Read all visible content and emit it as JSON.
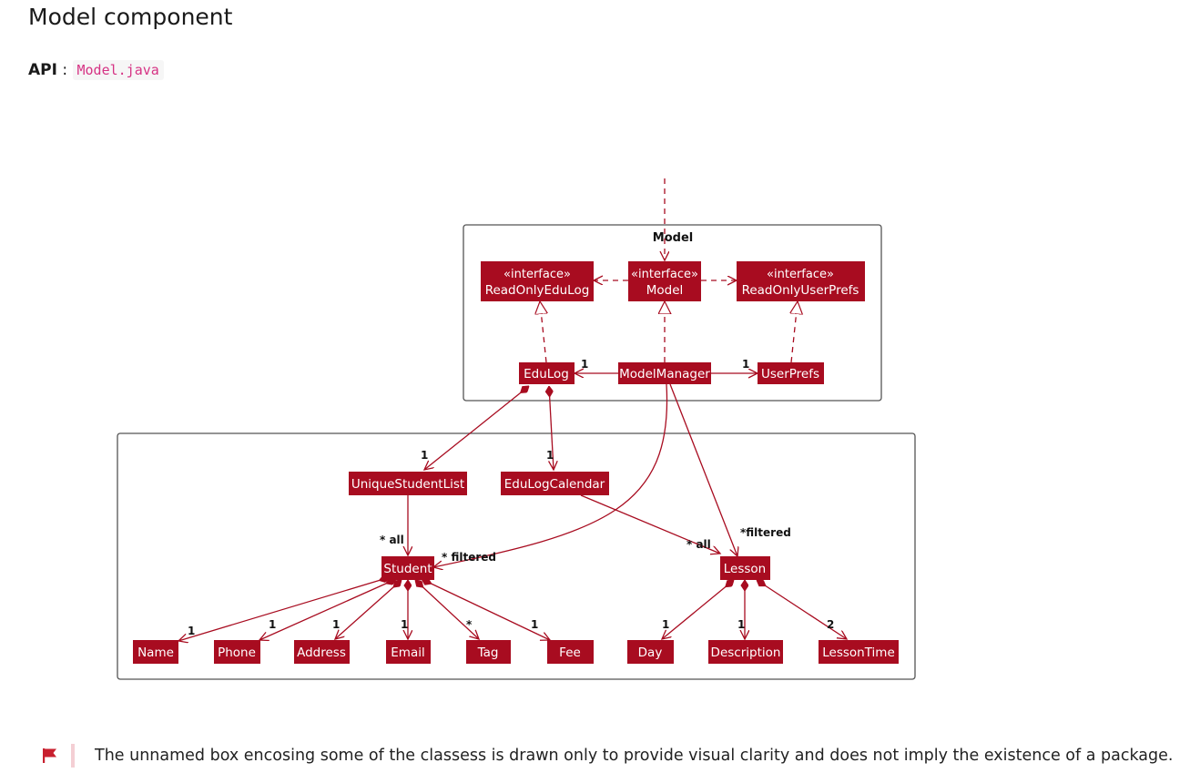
{
  "page": {
    "title": "Model component",
    "api_label": "API",
    "api_separator": ":",
    "api_file": "Model.java"
  },
  "diagram": {
    "package_label": "Model",
    "stereotype": "«interface»",
    "classes": {
      "read_only_edulog": "ReadOnlyEduLog",
      "model": "Model",
      "read_only_user_prefs": "ReadOnlyUserPrefs",
      "edulog": "EduLog",
      "model_manager": "ModelManager",
      "user_prefs": "UserPrefs",
      "unique_student_list": "UniqueStudentList",
      "edulog_calendar": "EduLogCalendar",
      "student": "Student",
      "lesson": "Lesson",
      "name": "Name",
      "phone": "Phone",
      "address": "Address",
      "email": "Email",
      "tag": "Tag",
      "fee": "Fee",
      "day": "Day",
      "description": "Description",
      "lesson_time": "LessonTime"
    },
    "multiplicities": {
      "mm_edulog": "1",
      "mm_userprefs": "1",
      "edulog_usl": "1",
      "edulog_cal": "1",
      "usl_student": "* all",
      "mm_student": "* filtered",
      "cal_lesson": "* all",
      "mm_lesson": "*filtered",
      "name": "1",
      "phone": "1",
      "address": "1",
      "email": "1",
      "tag": "*",
      "fee": "1",
      "day": "1",
      "description": "1",
      "lesson_time": "2"
    },
    "colors": {
      "class_fill": "#a80c20",
      "class_text": "#ffffff",
      "line": "#a80c20",
      "frame": "#555555",
      "label": "#111111"
    }
  },
  "note": {
    "icon": "flag-icon",
    "text": "The unnamed box encosing some of the classess is drawn only to provide visual clarity and does not imply the existence of a package."
  }
}
